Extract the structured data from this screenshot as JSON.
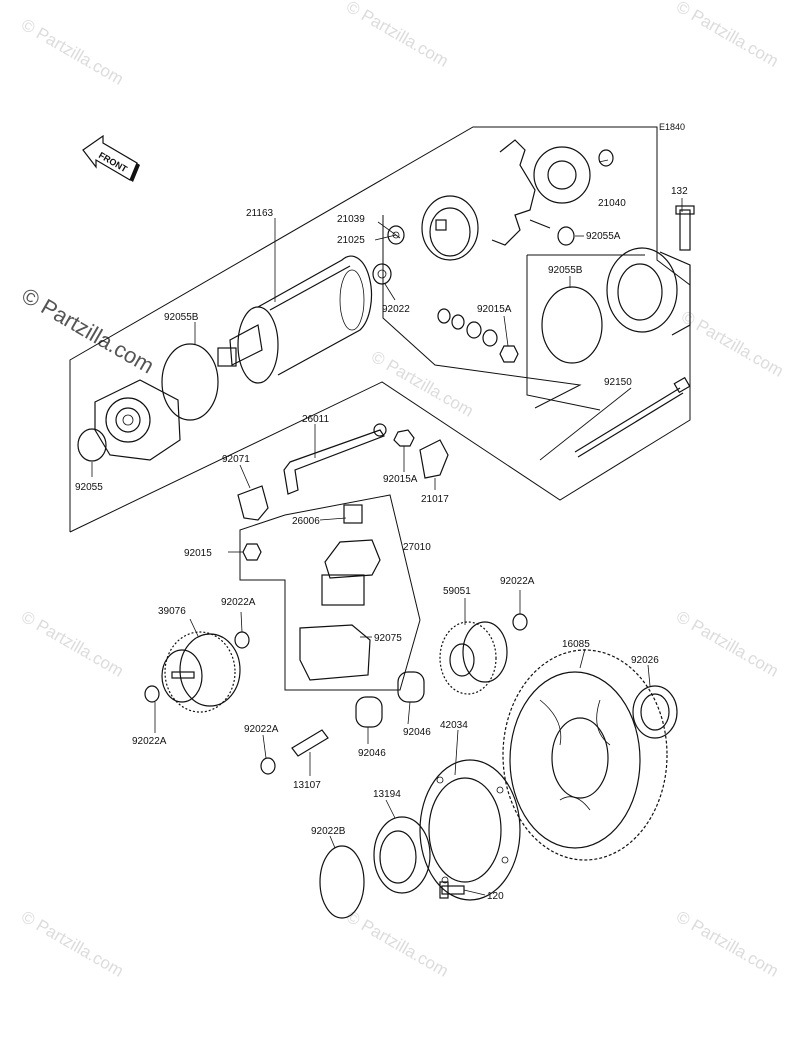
{
  "diagram_code": "E1840",
  "front_arrow_label": "FRONT",
  "watermark": {
    "text": "© Partzilla.com",
    "vertical_text": "© Partzilla.com"
  },
  "parts": {
    "p21163": "21163",
    "p21039": "21039",
    "p21025": "21025",
    "p21040": "21040",
    "p92055a_top": "92055A",
    "p132": "132",
    "p92055b_left": "92055B",
    "p92055b_right": "92055B",
    "p92022": "92022",
    "p92015a_top": "92015A",
    "p92055": "92055",
    "p92150": "92150",
    "p26011": "26011",
    "p92071": "92071",
    "p92015a_mid": "92015A",
    "p21017": "21017",
    "p26006": "26006",
    "p27010": "27010",
    "p92015": "92015",
    "p59051": "59051",
    "p92022a_right": "92022A",
    "p39076": "39076",
    "p92022a_left": "92022A",
    "p92075": "92075",
    "p16085": "16085",
    "p92026": "92026",
    "p92022a_bottom": "92022A",
    "p92022a_mid": "92022A",
    "p42034": "42034",
    "p92046_right": "92046",
    "p92046_left": "92046",
    "p13107": "13107",
    "p13194": "13194",
    "p92022b": "92022B",
    "p120": "120"
  }
}
